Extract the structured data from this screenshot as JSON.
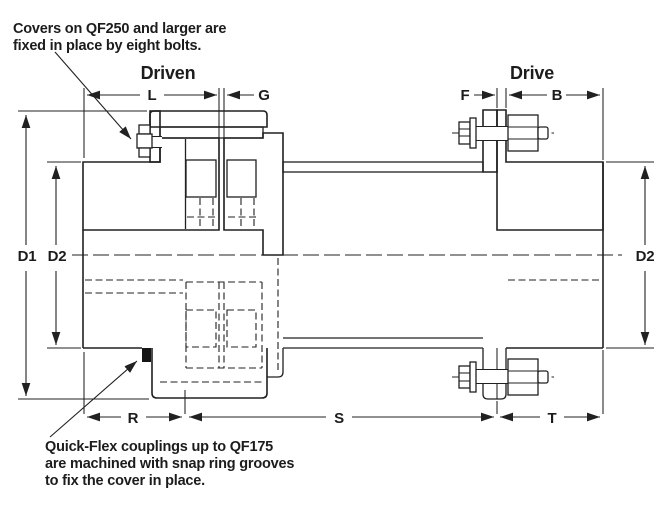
{
  "drawing": {
    "title_context": "Quick-Flex coupling cross-section dimension diagram",
    "annotations": {
      "top_note_line1": "Covers on QF250 and larger are",
      "top_note_line2": "fixed in place by eight bolts.",
      "bottom_note_line1": "Quick-Flex couplings up to QF175",
      "bottom_note_line2": "are machined with snap ring grooves",
      "bottom_note_line3": "to fix the cover in place."
    },
    "section_labels": {
      "driven": "Driven",
      "drive": "Drive"
    },
    "dimensions": {
      "L": "L",
      "G": "G",
      "F": "F",
      "B": "B",
      "D1": "D1",
      "D2_left": "D2",
      "D2_right": "D2",
      "R": "R",
      "S": "S",
      "T": "T"
    },
    "colors": {
      "line": "#212121",
      "text": "#1c1c1c",
      "background": "#ffffff",
      "snap_ring": "#151515"
    }
  }
}
